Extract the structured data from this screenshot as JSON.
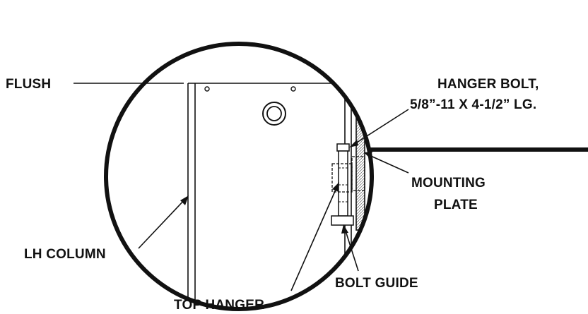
{
  "labels": {
    "flush": "FLUSH",
    "hanger_bolt_line1": "HANGER BOLT,",
    "hanger_bolt_line2": "5/8”-11 X 4-1/2” LG.",
    "mounting_plate_line1": "MOUNTING",
    "mounting_plate_line2": "PLATE",
    "lh_column": "LH COLUMN",
    "bolt_guide": "BOLT GUIDE",
    "top_hanger": "TOP HANGER"
  },
  "colors": {
    "line": "#111111",
    "background": "#ffffff",
    "hatch": "#888888"
  }
}
